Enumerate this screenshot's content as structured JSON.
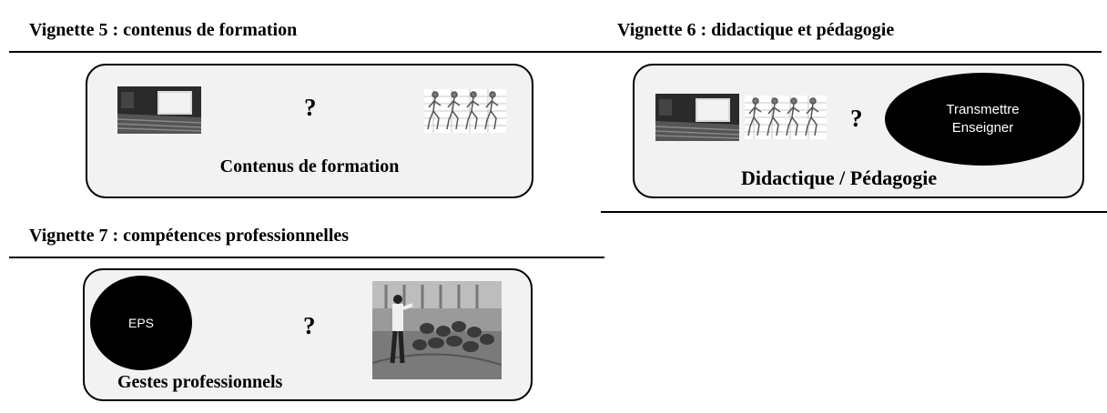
{
  "vignette5": {
    "title": "Vignette 5 : contenus de formation",
    "question": "?",
    "caption": "Contenus de formation"
  },
  "vignette6": {
    "title": "Vignette 6 : didactique et pédagogie",
    "question": "?",
    "oval_line1": "Transmettre",
    "oval_line2": "Enseigner",
    "caption": "Didactique / Pédagogie"
  },
  "vignette7": {
    "title": "Vignette 7 : compétences professionnelles",
    "question": "?",
    "oval_label": "EPS",
    "caption": "Gestes professionnels"
  }
}
